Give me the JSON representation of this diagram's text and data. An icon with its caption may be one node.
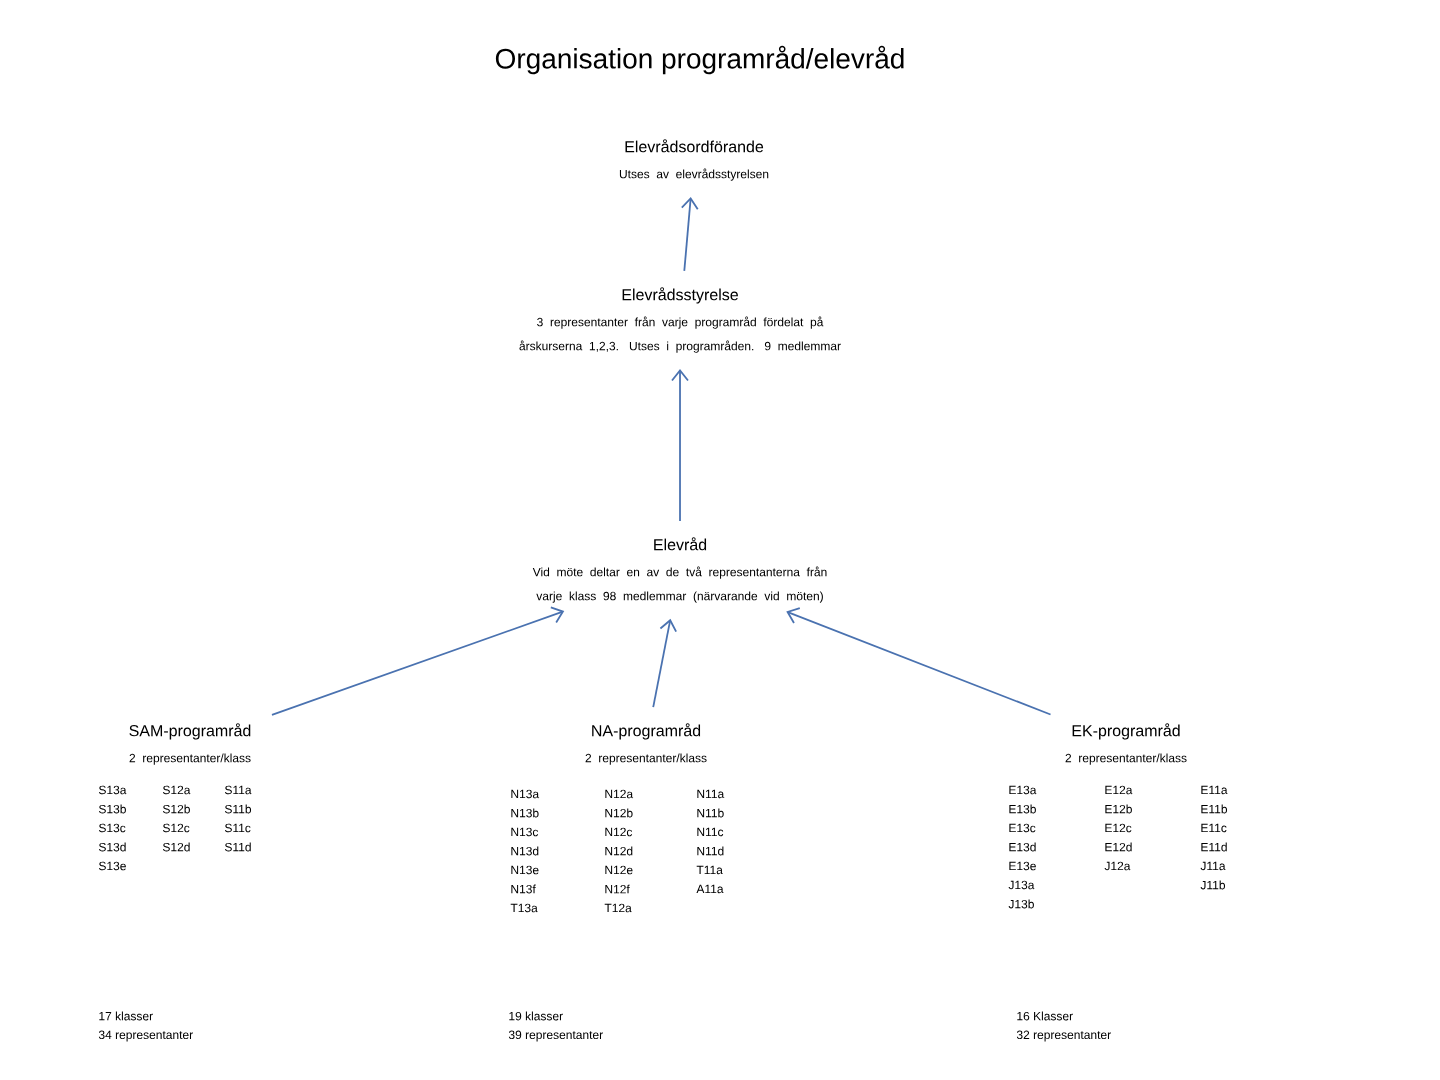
{
  "diagram": {
    "title": "Organisation programråd/elevråd",
    "nodes": [
      {
        "text": [
          "Elevrådsordförande",
          "Utses av elevrådsstyrelsen"
        ]
      },
      {
        "text": [
          "Elevrådsstyrelse",
          "3 representanter från varje programråd fördelat på årskurserna 1,2,3. Utses i programråden. 9 medlemmar"
        ]
      },
      {
        "text": [
          "Elevråd",
          "Vid möte deltar en av de två representanterna från varje klass 98 medlemmar (närvarande vid möten)"
        ]
      },
      {
        "text": [
          "SAM-programråd",
          "2 representanter/klass"
        ]
      },
      {
        "text": [
          "NA-programråd",
          "2 representanter/klass"
        ]
      },
      {
        "text": [
          "EK-programråd",
          "2 representanter/klass"
        ]
      }
    ],
    "edges": [
      {
        "from": 1,
        "to": 0,
        "arrow": "to"
      },
      {
        "from": 2,
        "to": 1,
        "arrow": "to"
      },
      {
        "from": 3,
        "to": 2,
        "arrow": "to"
      },
      {
        "from": 4,
        "to": 2,
        "arrow": "to"
      },
      {
        "from": 5,
        "to": 2,
        "arrow": "to"
      }
    ],
    "labels": [
      "S13a",
      "S12a",
      "S11a",
      "S13b",
      "S12b",
      "S11b",
      "S13c",
      "S12c",
      "S11c",
      "S13d",
      "S12d",
      "S11d",
      "S13e",
      "17 klasser",
      "34 representanter",
      "N13a",
      "N12a",
      "N11a",
      "N13b",
      "N12b",
      "N11b",
      "N13c",
      "N12c",
      "N11c",
      "N13d",
      "N12d",
      "N11d",
      "N13e",
      "N12e",
      "T11a",
      "N13f",
      "N12f",
      "A11a",
      "T13a",
      "T12a",
      "19 klasser",
      "39 representanter",
      "E13a",
      "E12a",
      "E11a",
      "E13b",
      "E12b",
      "E11b",
      "E13c",
      "E12c",
      "E11c",
      "E13d",
      "E12d",
      "E11d",
      "E13e",
      "J12a",
      "J11a",
      "J13a",
      "J11b",
      "J13b",
      "16  Klasser",
      "32 representanter"
    ]
  }
}
